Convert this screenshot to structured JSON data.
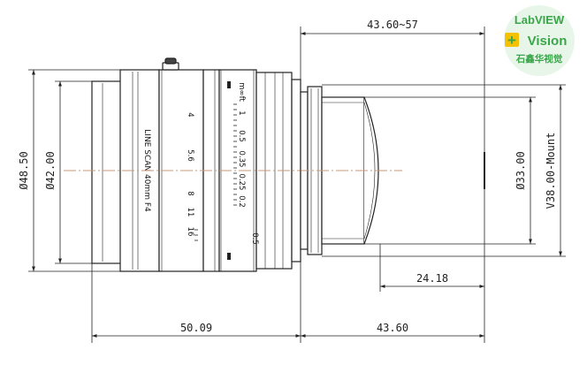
{
  "dimensions": {
    "flange_range": "43.60~57",
    "front_diameter": "Ø48.50",
    "front_inner_diameter": "Ø42.00",
    "rear_diameter": "Ø33.00",
    "mount": "V38.00-Mount",
    "rear_depth": "24.18",
    "body_length": "50.09",
    "rear_length": "43.60"
  },
  "lens_markings": {
    "model": "LINE SCAN 40mm F4",
    "aperture_scale": [
      "4",
      "5.6",
      "8",
      "11",
      "16"
    ],
    "distance_scale": [
      "m∞ft",
      "1",
      "0.5",
      "0.35",
      "0.25",
      "0.2",
      "0.5"
    ]
  },
  "logo": {
    "line1": "LabVIEW",
    "plus": "+",
    "line2": "Vision",
    "line3": "石鑫华视觉"
  }
}
